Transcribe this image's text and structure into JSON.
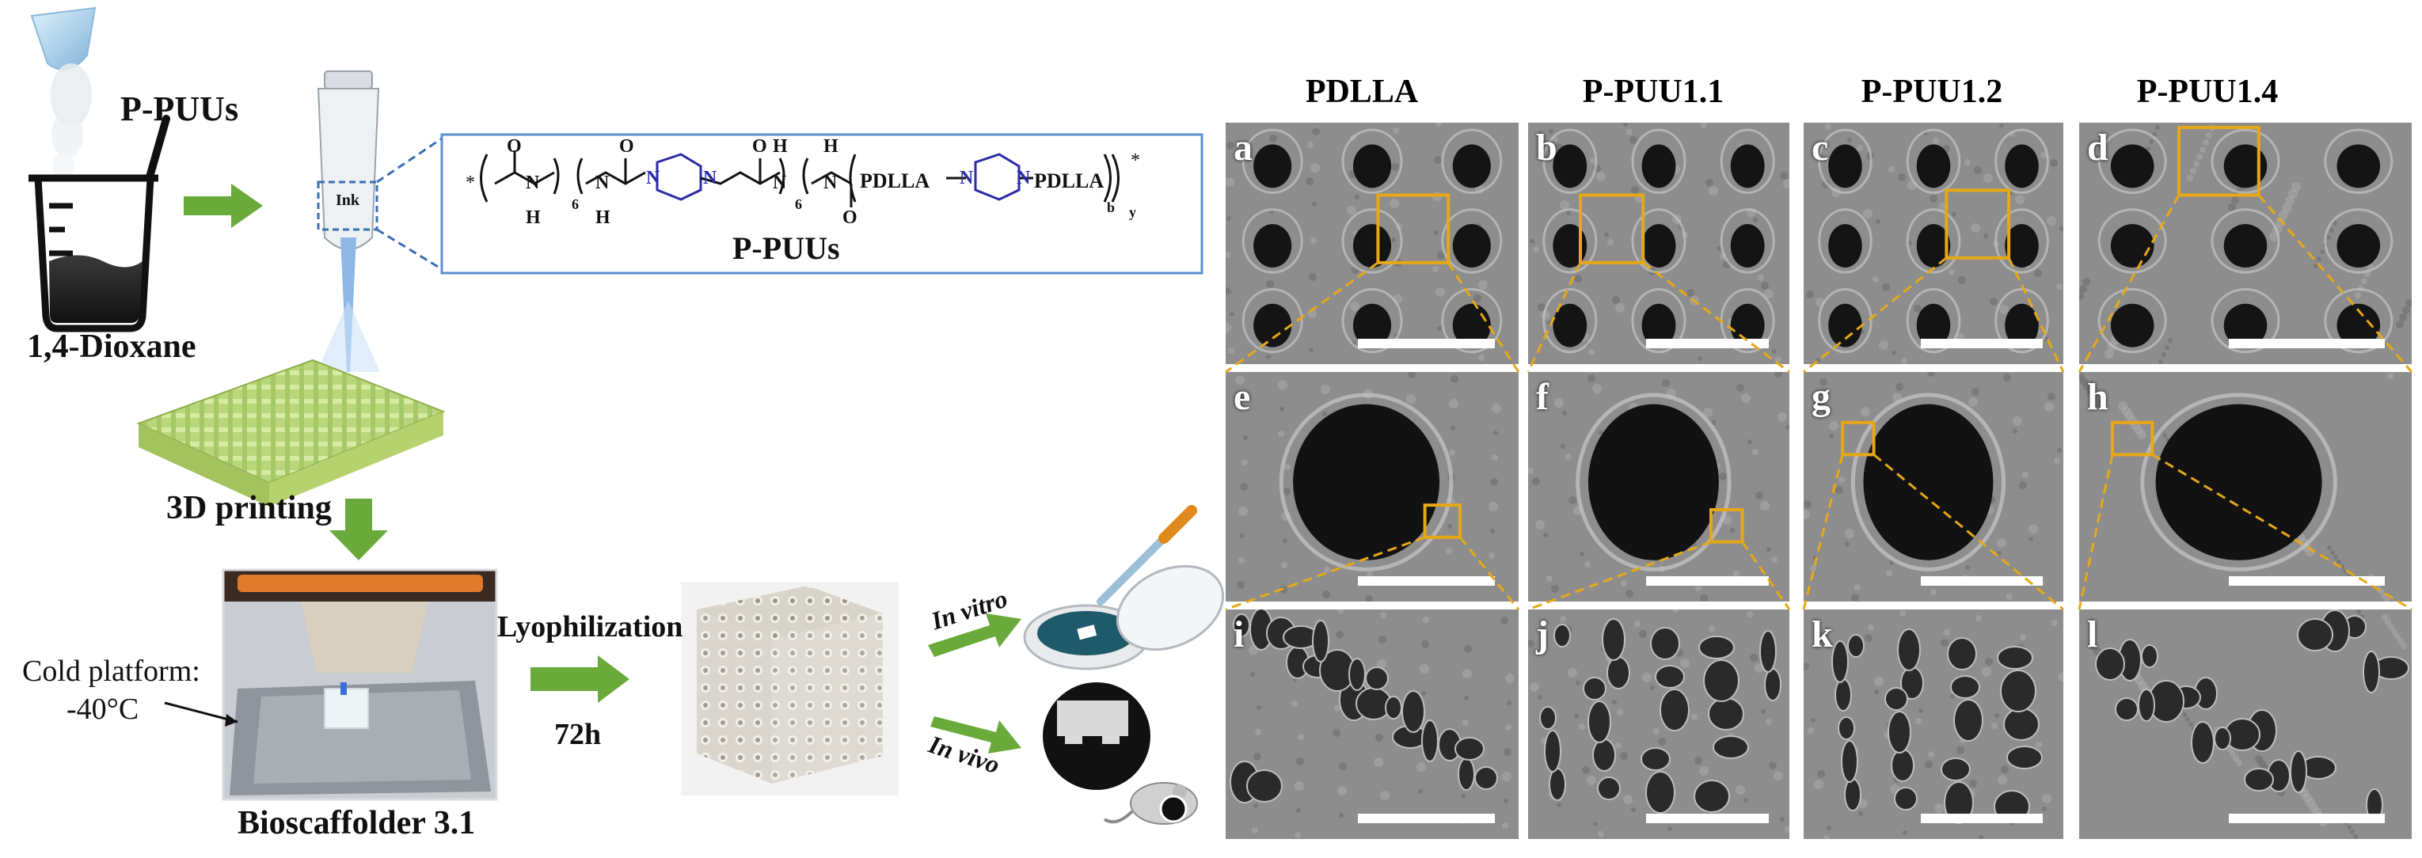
{
  "left": {
    "powder_label": "P-PUUs",
    "solvent_label": "1,4-Dioxane",
    "ink_label": "Ink",
    "polymer_label": "P-PUUs",
    "polymer_segments": {
      "pdlla_1": "PDLLA",
      "pdlla_2": "PDLLA",
      "sub_6a": "6",
      "sub_6b": "6",
      "sub_b": "b",
      "sub_y": "y",
      "star": "*",
      "O1": "O",
      "O2": "O",
      "O3": "O",
      "O4": "O",
      "H1": "H",
      "H2": "H",
      "H3": "H",
      "H4": "H",
      "N1": "N",
      "N2": "N",
      "N3": "N",
      "N4": "N",
      "N5": "N",
      "N6": "N",
      "N7": "N",
      "N8": "N"
    },
    "printing_label": "3D printing",
    "cold_platform_label": "Cold platform:",
    "temperature_label": "-40°C",
    "device_label": "Bioscaffolder 3.1",
    "lyophilization_label": "Lyophilization",
    "time_label": "72h",
    "in_vitro_label": "In vitro",
    "in_vivo_label": "In vivo"
  },
  "right": {
    "columns": [
      "PDLLA",
      "P-PUU1.1",
      "P-PUU1.2",
      "P-PUU1.4"
    ],
    "panel_letters": [
      "a",
      "b",
      "c",
      "d",
      "e",
      "f",
      "g",
      "h",
      "i",
      "j",
      "k",
      "l"
    ]
  },
  "colors": {
    "arrow_green": "#6aaa3a",
    "box_blue": "#5a8fd0",
    "highlight_orange": "#e6a817",
    "scaffold_green": "#c8e08a",
    "piperazine_blue": "#2b2ba8"
  }
}
